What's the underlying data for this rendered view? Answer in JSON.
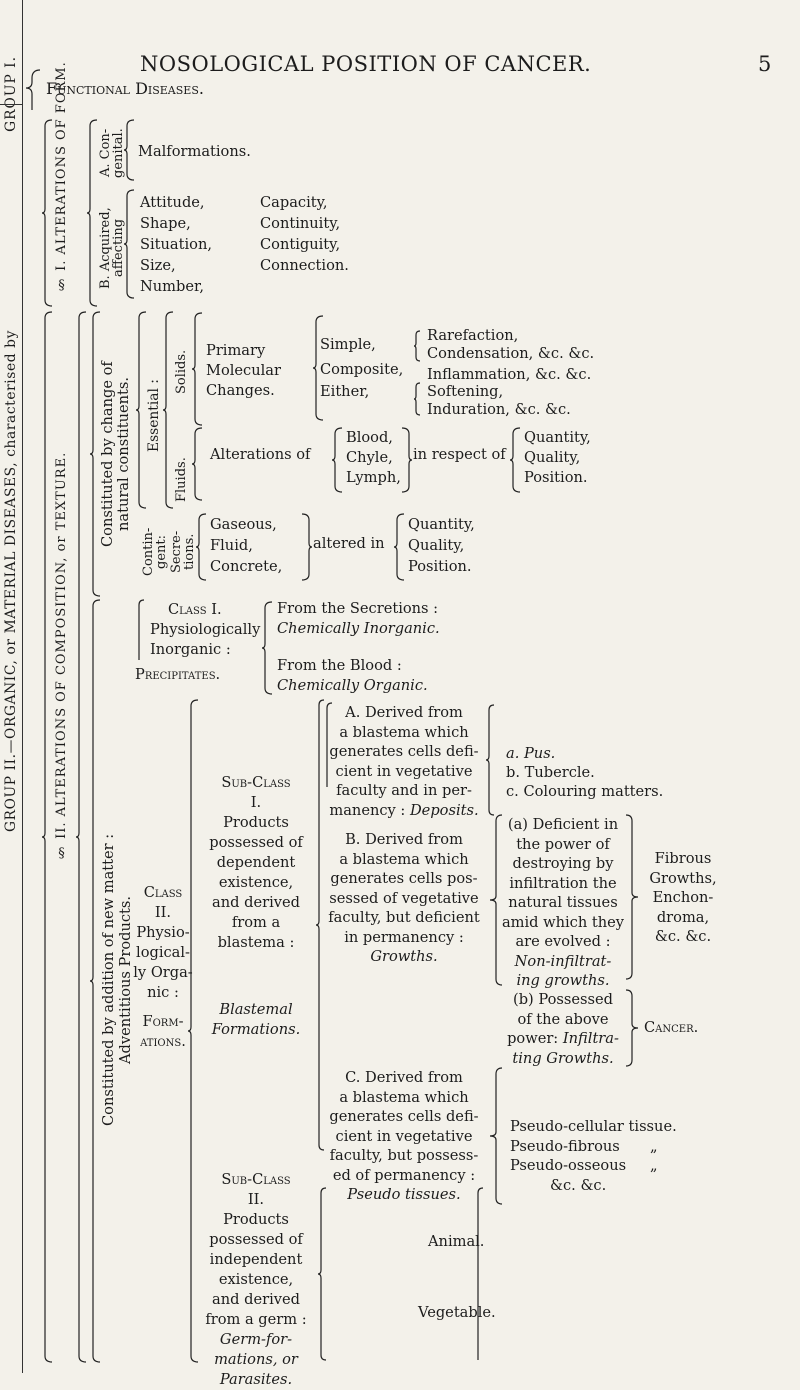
{
  "page": {
    "header_title": "NOSOLOGICAL POSITION OF CANCER.",
    "page_number": "5",
    "group_tab": "GROUP I.",
    "group_tab_2": "GROUP II.—ORGANIC, or MATERIAL DISEASES, characterised by",
    "section_heading": "Functional Diseases."
  },
  "section1": {
    "label": "§ I. ALTERATIONS OF FORM.",
    "a_label": "A. Con-genital.",
    "a_label_1": "A. Con-",
    "a_label_2": "genital.",
    "a_item": "Malformations.",
    "b_label": "B. Acquired, affecting",
    "b_label_1": "B. Acquired,",
    "b_label_2": "affecting",
    "b_rows": [
      [
        "Attitude,",
        "Capacity,"
      ],
      [
        "Shape,",
        "Continuity,"
      ],
      [
        "Situation,",
        "Contiguity,"
      ],
      [
        "Size,",
        "Connection."
      ],
      [
        "Number,",
        ""
      ]
    ]
  },
  "section2": {
    "label": "§ II. ALTERATIONS OF COMPOSITION, or TEXTURE.",
    "natural_label_1": "Constituted by change of",
    "natural_label_2": "natural constituents.",
    "essential": "Essential :",
    "solids": "Solids.",
    "fluids": "Fluids.",
    "primary_lines": [
      "Primary",
      "Molecular",
      "Changes."
    ],
    "simple": "Simple,",
    "composite": "Composite,",
    "either": "Either,",
    "rarefaction": "Rarefaction,",
    "condensation": "Condensation, &c. &c.",
    "inflammation": "Inflammation, &c. &c.",
    "softening": "Softening,",
    "induration": "Induration, &c. &c.",
    "alterations_of": "Alterations of",
    "in_respect_of": "in respect of",
    "fluids_list": [
      "Blood,",
      "Chyle,",
      "Lymph,"
    ],
    "qqp": [
      "Quantity,",
      "Quality,",
      "Position."
    ],
    "contingent_1": "Contin-",
    "contingent_2": "gent:",
    "secretions_1": "Secre-",
    "secretions_2": "tions.",
    "secretions_list": [
      "Gaseous,",
      "Fluid,",
      "Concrete,"
    ],
    "altered_in": "altered in",
    "qqp2": [
      "Quantity,",
      "Quality,",
      "Position."
    ],
    "new_matter_1": "Constituted by addition of new matter :",
    "new_matter_2": "Adventitious Products.",
    "class1": {
      "title": "Class I.",
      "line2": "Physiologically",
      "line3": "Inorganic :",
      "precipitates": "Precipitates.",
      "from_secretions": "From the Secretions :",
      "chem_inorganic": "Chemically Inorganic.",
      "from_blood": "From the Blood :",
      "chem_organic": "Chemically Organic."
    },
    "class2": {
      "lines": [
        "Class",
        "II.",
        "Physio-",
        "logical-",
        "ly Orga-",
        "nic :"
      ],
      "formations": [
        "Form-",
        "ations."
      ],
      "subclass1": [
        "Sub-Class",
        "I.",
        "Products",
        "possessed of",
        "dependent",
        "existence,",
        "and derived",
        "from a",
        "blastema :"
      ],
      "blastemal": [
        "Blastemal",
        "Formations."
      ],
      "subclass2": [
        "Sub-Class",
        "II.",
        "Products",
        "possessed of",
        "independent",
        "existence,",
        "and derived",
        "from a germ :"
      ],
      "germ_formations": [
        "Germ-for-",
        "mations, or",
        "Parasites."
      ],
      "a_lines": [
        "A. Derived from",
        "a blastema which",
        "generates cells defi-",
        "cient in vegetative",
        "faculty and in per-",
        "manency : "
      ],
      "a_deposits": "Deposits.",
      "a_results": [
        "a. Pus.",
        "b. Tubercle.",
        "c. Colouring matters."
      ],
      "b_lines": [
        "B. Derived from",
        "a blastema which",
        "generates cells pos-",
        "sessed of vegetative",
        "faculty, but deficient",
        "in permanency :"
      ],
      "b_growths": "Growths.",
      "ba_lines": [
        "(a) Deficient in",
        "the power of",
        "destroying by",
        "infiltration the",
        "natural tissues",
        "amid which they",
        "are evolved :"
      ],
      "ba_italic": [
        "Non-infiltrat-",
        "ing growths."
      ],
      "bb_lines": [
        "(b) Possessed",
        "of the above",
        "power: "
      ],
      "bb_italic_1": "Infiltra-",
      "bb_italic_2": "ting Growths.",
      "fibrous": [
        "Fibrous",
        "Growths,",
        "Enchon-",
        "droma,",
        "&c. &c."
      ],
      "cancer": "Cancer.",
      "c_lines": [
        "C. Derived from",
        "a blastema which",
        "generates cells defi-",
        "cient in vegetative",
        "faculty, but possess-",
        "ed of permanency :"
      ],
      "c_pseudo": "Pseudo tissues.",
      "pseudo_list": [
        "Pseudo-cellular tissue.",
        "Pseudo-fibrous",
        "Pseudo-osseous",
        "&c. &c."
      ],
      "ditto": "„",
      "animal": "Animal.",
      "vegetable": "Vegetable."
    }
  }
}
